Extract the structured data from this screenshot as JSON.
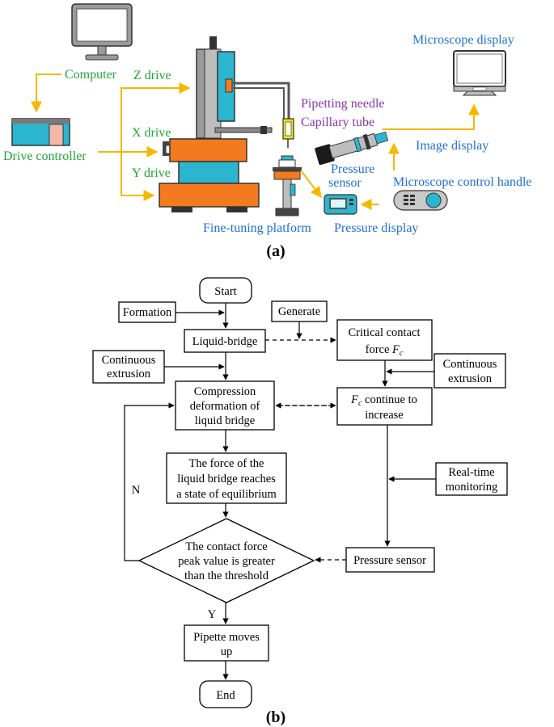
{
  "diagram_a": {
    "labels": {
      "computer": "Computer",
      "drive_controller": "Drive controller",
      "z_drive": "Z drive",
      "x_drive": "X drive",
      "y_drive": "Y drive",
      "pipetting_needle": "Pipetting needle",
      "capillary_tube": "Capillary tube",
      "microscope_display": "Microscope display",
      "image_display": "Image display",
      "pressure_sensor_line1": "Pressure",
      "pressure_sensor_line2": "sensor",
      "microscope_control_handle": "Microscope control handle",
      "fine_tuning_platform": "Fine-tuning platform",
      "pressure_display": "Pressure display"
    },
    "caption": "(a)",
    "colors": {
      "green_label": "#22a33a",
      "blue_label": "#1f6fd6",
      "purple_label": "#8a35a8",
      "arrow": "#f5b800",
      "orange_stage": "#f47a1f",
      "cyan_stage": "#2bb5cf"
    }
  },
  "flowchart_b": {
    "start": "Start",
    "formation": "Formation",
    "generate": "Generate",
    "liquid_bridge": "Liquid-bridge",
    "critical_line1": "Critical contact",
    "critical_line2_text": "force ",
    "critical_symbol": "F",
    "critical_sub": "c",
    "continuous_left_line1": "Continuous",
    "continuous_left_line2": "extrusion",
    "continuous_right_line1": "Continuous",
    "continuous_right_line2": "extrusion",
    "compression_line1": "Compression",
    "compression_line2": "deformation of",
    "compression_line3": "liquid bridge",
    "fc_symbol": "F",
    "fc_sub": "c",
    "fc_line1_rest": " continue to",
    "fc_line2": "increase",
    "equilibrium_line1": "The force of the",
    "equilibrium_line2": "liquid bridge reaches",
    "equilibrium_line3": "a state of equilibrium",
    "realtime_line1": "Real-time",
    "realtime_line2": "monitoring",
    "decision_line1": "The contact force",
    "decision_line2": "peak value is greater",
    "decision_line3": "than the threshold",
    "pressure_sensor": "Pressure sensor",
    "n_label": "N",
    "y_label": "Y",
    "pipette_line1": "Pipette moves",
    "pipette_line2": "up",
    "end": "End",
    "caption": "(b)"
  }
}
